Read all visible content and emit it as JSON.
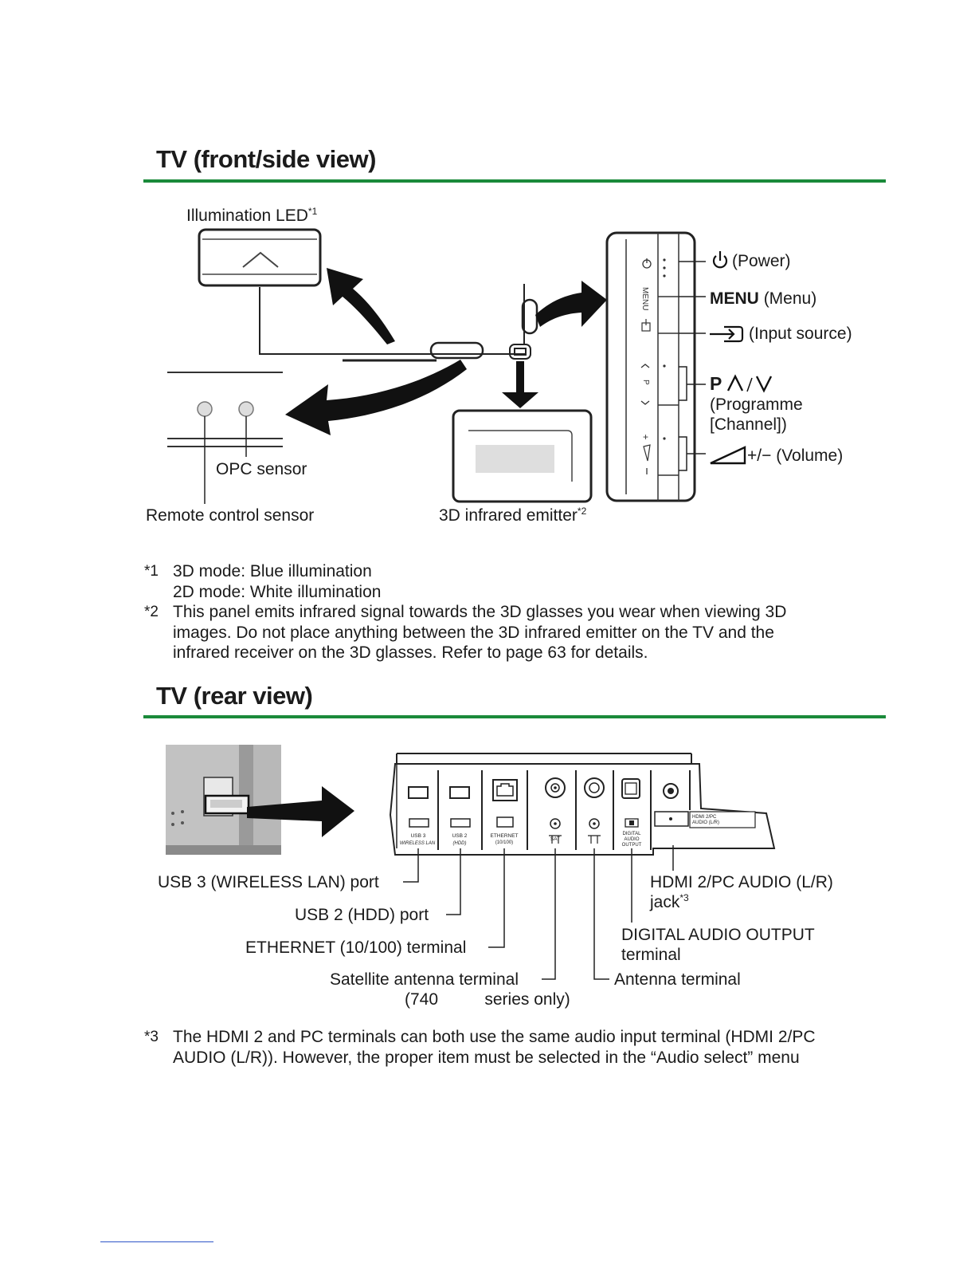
{
  "front_section": {
    "title": "TV (front/side view)",
    "labels": {
      "illumination_led": "Illumination LED",
      "illumination_led_ref": "*1",
      "opc_sensor": "OPC sensor",
      "remote_sensor": "Remote control sensor",
      "emitter": "3D infrared emitter",
      "emitter_ref": "*2",
      "power": "(Power)",
      "menu_bold": "MENU",
      "menu": "(Menu)",
      "input": "(Input source)",
      "programme_p": "P",
      "programme_line1": "(Programme",
      "programme_line2": "[Channel])",
      "volume": "+/− (Volume)"
    },
    "panel_printed": {
      "menu": "MENU"
    },
    "footnotes": [
      {
        "mark": "*1",
        "lines": [
          "3D mode: Blue illumination",
          "2D mode: White illumination"
        ]
      },
      {
        "mark": "*2",
        "lines": [
          "This panel emits infrared signal towards the 3D glasses you wear when viewing 3D",
          "images. Do not place anything between the 3D infrared emitter on the TV and the",
          "infrared receiver on the 3D glasses. Refer to page 63 for details."
        ]
      }
    ]
  },
  "rear_section": {
    "title": "TV (rear view)",
    "terminal_printed_labels": {
      "usb3": [
        "USB 3",
        "WIRELESS LAN"
      ],
      "usb2": [
        "USB 2",
        "(HDD)"
      ],
      "ethernet": [
        "ETHERNET",
        "(10/100)"
      ],
      "sat": [
        "SAT"
      ],
      "digital": [
        "DIGITAL",
        "AUDIO",
        "OUTPUT"
      ],
      "hdmi_pc_audio": [
        "HDMI 2/PC",
        "AUDIO (L/R)"
      ]
    },
    "labels": {
      "usb3": "USB 3 (WIRELESS LAN) port",
      "usb2": "USB 2 (HDD) port",
      "ethernet": "ETHERNET (10/100) terminal",
      "satellite_line1": "Satellite antenna terminal",
      "satellite_line2": "(740          series only)",
      "hdmi_line1": "HDMI 2/PC AUDIO (L/R)",
      "hdmi_line2": "jack",
      "hdmi_ref": "*3",
      "digital_line1": "DIGITAL AUDIO OUTPUT",
      "digital_line2": "terminal",
      "antenna": "Antenna terminal"
    },
    "footnotes": [
      {
        "mark": "*3",
        "lines": [
          "The HDMI 2 and PC terminals can both use the same audio input terminal (HDMI 2/PC",
          "AUDIO (L/R)). However, the proper item must be selected in the “Audio select” menu"
        ]
      }
    ]
  },
  "colors": {
    "rule": "#1a8a3a",
    "text": "#1a1a1a",
    "link_underline": "#2e56c8"
  }
}
